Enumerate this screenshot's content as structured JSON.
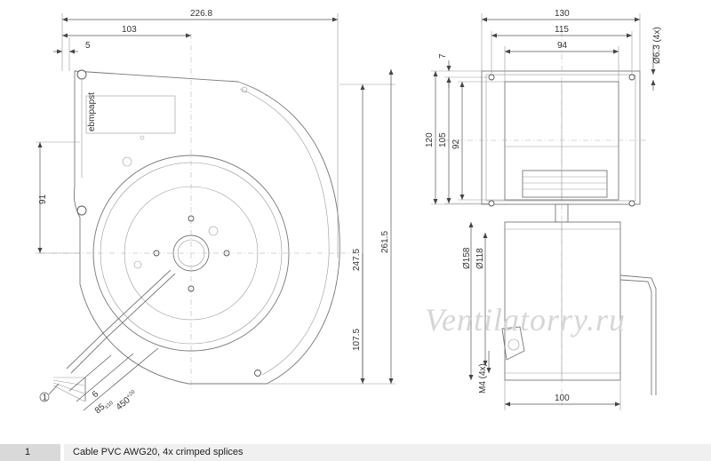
{
  "brand_label": "ebmpapst",
  "watermark": "Ventilatorry.ru",
  "item_marker": "1",
  "front_view": {
    "dim_width": "226.8",
    "dim_103": "103",
    "dim_5": "5",
    "dim_91": "91",
    "dim_247": "247.5",
    "dim_261": "261.5",
    "dim_107": "107.5",
    "dim_6": "6",
    "dim_85": "85",
    "dim_85_tol": "±10",
    "dim_450": "450",
    "dim_450_tol": "+20"
  },
  "side_view": {
    "dim_130": "130",
    "dim_115": "115",
    "dim_94": "94",
    "dim_hole": "Ø6.3 (4x)",
    "dim_7": "7",
    "dim_120": "120",
    "dim_105": "105",
    "dim_92": "92",
    "dim_158": "Ø158",
    "dim_118": "Ø118",
    "dim_m4": "M4 (4x)",
    "dim_100": "100"
  },
  "legend": {
    "number": "1",
    "text": "Cable PVC AWG20, 4x crimped splices"
  }
}
